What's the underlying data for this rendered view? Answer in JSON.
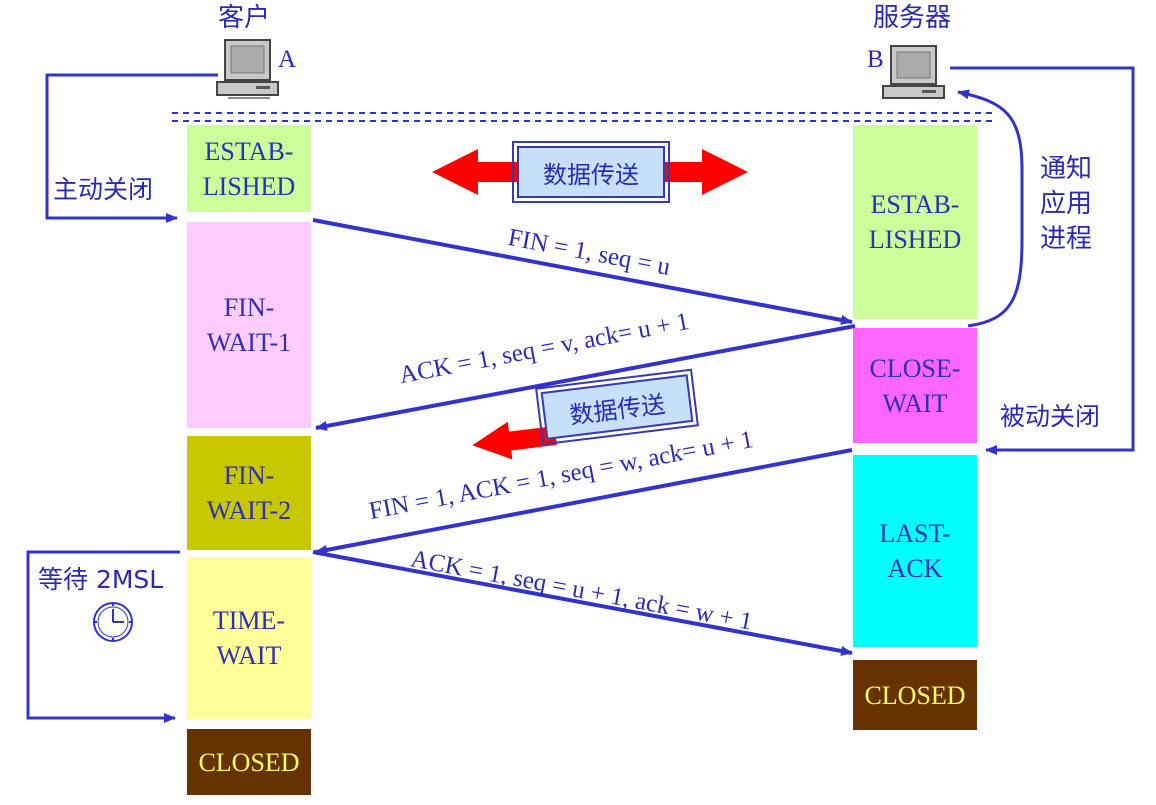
{
  "hosts": {
    "client": {
      "title": "客户",
      "letter": "A"
    },
    "server": {
      "title": "服务器",
      "letter": "B"
    }
  },
  "client_states": [
    "ESTAB-\nLISHED",
    "FIN-\nWAIT-1",
    "FIN-\nWAIT-2",
    "TIME-\nWAIT",
    "CLOSED"
  ],
  "server_states": [
    "ESTAB-\nLISHED",
    "CLOSE-\nWAIT",
    "LAST-\nACK",
    "CLOSED"
  ],
  "messages": [
    "FIN = 1, seq = u",
    "ACK = 1, seq = v, ack= u + 1",
    "FIN = 1, ACK = 1, seq = w, ack= u + 1",
    "ACK = 1, seq = u + 1, ack = w + 1"
  ],
  "banners": {
    "transfer_both": "数据传送",
    "transfer_one": "数据传送"
  },
  "annotations": {
    "active_close": "主动关闭",
    "passive_close": "被动关闭",
    "notify_app": "通知\n应用\n进程",
    "wait_2msl": "等待 2MSL"
  },
  "colors": {
    "established": "#ccff99",
    "fin_wait_1": "#ffccff",
    "fin_wait_2": "#c8c800",
    "time_wait": "#ffff99",
    "closed": "#663300",
    "close_wait": "#ff66ff",
    "last_ack": "#00ffff",
    "line": "#3333cc",
    "arrow_red": "#ff0000"
  },
  "icons": {
    "computer": "computer-icon",
    "clock": "clock-icon"
  }
}
